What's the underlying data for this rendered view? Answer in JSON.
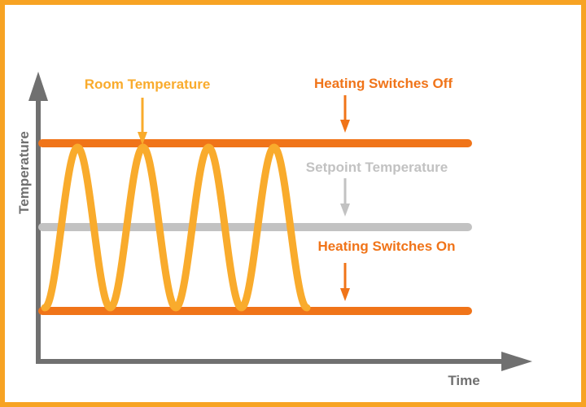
{
  "diagram": {
    "labels": {
      "room_temperature": "Room Temperature",
      "heating_off": "Heating Switches Off",
      "setpoint": "Setpoint Temperature",
      "heating_on": "Heating Switches On",
      "y_axis": "Temperature",
      "x_axis": "Time"
    },
    "colors": {
      "frame": "#f7a323",
      "wave": "#f9ab2c",
      "threshold": "#f07419",
      "setpoint": "#c2c2c2",
      "axis": "#707070"
    },
    "oscillation": {
      "cycles": 4
    }
  }
}
